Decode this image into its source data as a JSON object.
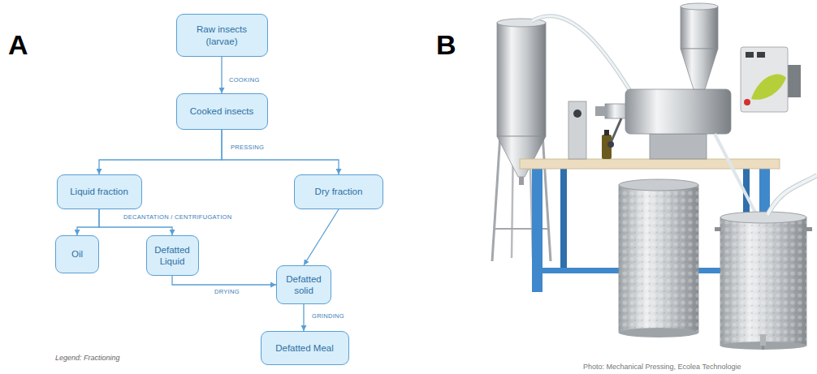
{
  "diagram": {
    "nodes": [
      {
        "text": [
          "Raw insects (larvae)"
        ]
      },
      {
        "text": [
          "Cooked insects"
        ]
      },
      {
        "text": [
          "Liquid fraction"
        ]
      },
      {
        "text": [
          "Dry fraction"
        ]
      },
      {
        "text": [
          "Oil"
        ]
      },
      {
        "text": [
          "Defatted Liquid"
        ]
      },
      {
        "text": [
          "Defatted solid"
        ]
      },
      {
        "text": [
          "Defatted Meal"
        ]
      }
    ],
    "edges": [
      {
        "from": 0,
        "to": 1,
        "label": "COOKING",
        "arrow": "to"
      },
      {
        "from": 1,
        "to": 2,
        "label": "PRESSING",
        "arrow": "to"
      },
      {
        "from": 1,
        "to": 3,
        "arrow": "to"
      },
      {
        "from": 2,
        "to": 4,
        "label": "DECANTATION / CENTRIFUGATION",
        "arrow": "to"
      },
      {
        "from": 2,
        "to": 5,
        "arrow": "to"
      },
      {
        "from": 5,
        "to": 6,
        "label": "DRYING",
        "arrow": "to"
      },
      {
        "from": 3,
        "to": 6,
        "arrow": "to"
      },
      {
        "from": 6,
        "to": 7,
        "label": "GRINDING",
        "arrow": "to"
      }
    ],
    "labels": [
      "A",
      "B",
      "Legend: Fractioning",
      "Photo: Mechanical Pressing, Ecolea Technologie"
    ]
  }
}
